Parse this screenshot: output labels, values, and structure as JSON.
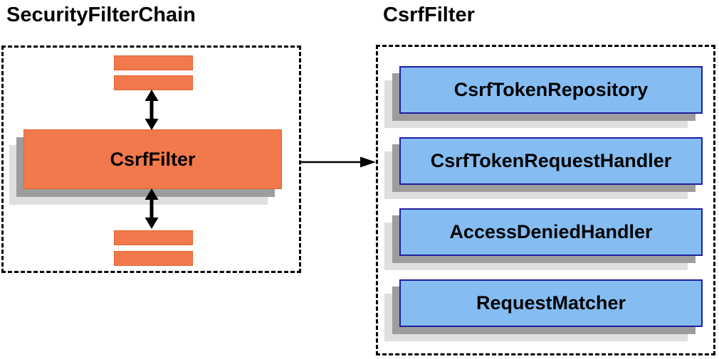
{
  "left_panel": {
    "title": "SecurityFilterChain",
    "filter_box_label": "CsrfFilter"
  },
  "right_panel": {
    "title": "CsrfFilter",
    "components": [
      {
        "label": "CsrfTokenRepository"
      },
      {
        "label": "CsrfTokenRequestHandler"
      },
      {
        "label": "AccessDeniedHandler"
      },
      {
        "label": "RequestMatcher"
      }
    ]
  },
  "icons": {
    "bidirectional_arrow": "bidirectional-arrow-icon",
    "flow_arrow": "right-arrow-icon"
  },
  "colors": {
    "orange_fill": "#F2794B",
    "orange_border": "#E4632D",
    "blue_fill": "#85BDF2",
    "blue_border": "#1F1FA0",
    "shadow_medium": "#9D9D9D",
    "shadow_light": "#DFDFDF",
    "arrow": "#000000",
    "dashed_border": "#000000"
  }
}
